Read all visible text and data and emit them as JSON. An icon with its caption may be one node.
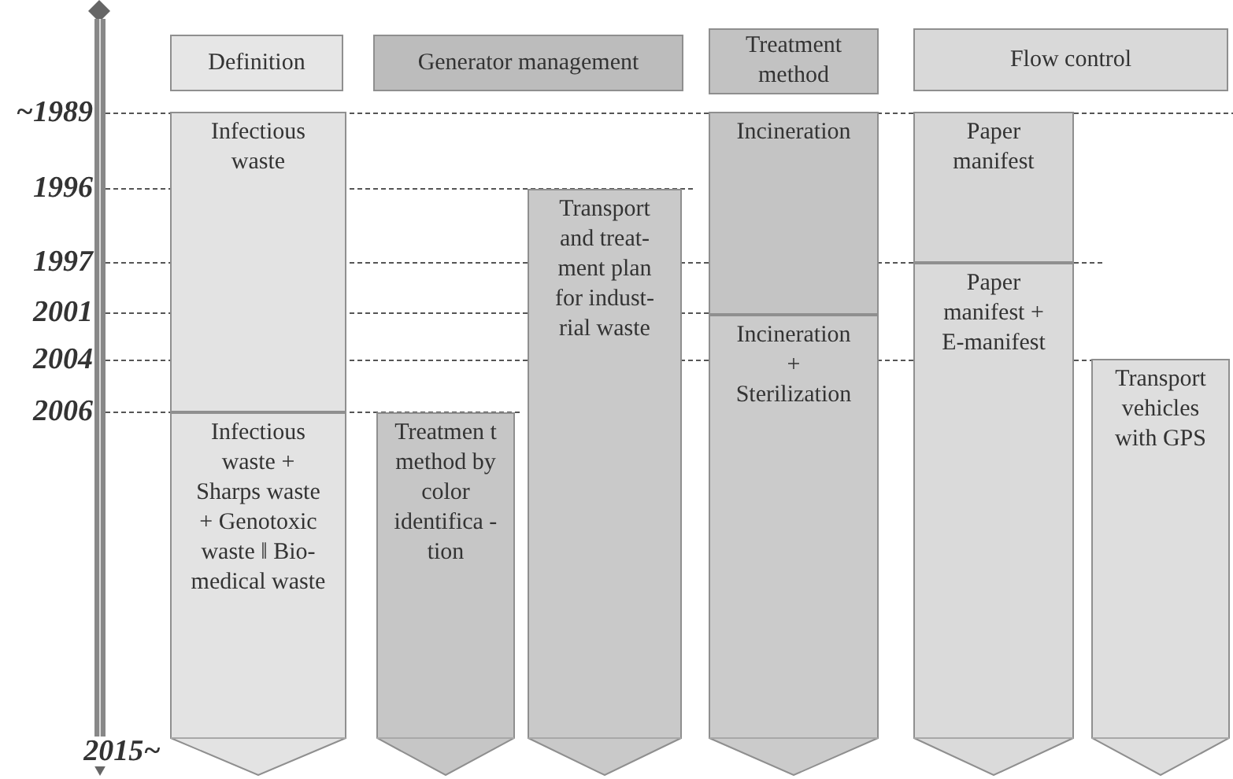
{
  "diagram": {
    "nodes": [
      {
        "text": [
          "Definition"
        ]
      },
      {
        "text": [
          "Generator management"
        ]
      },
      {
        "text": [
          "Treatment method"
        ]
      },
      {
        "text": [
          "Flow control"
        ]
      },
      {
        "text": [
          "Infectious waste"
        ]
      },
      {
        "text": [
          "Infectious waste + Sharps waste + Genotoxic waste ‖ Bio-medical waste"
        ]
      },
      {
        "text": [
          "Treatmen t method by color identifica -tion"
        ]
      },
      {
        "text": [
          "Transport and treat- ment plan for indust- rial waste"
        ]
      },
      {
        "text": [
          "Incineration"
        ]
      },
      {
        "text": [
          "Incineration + Sterilization"
        ]
      },
      {
        "text": [
          "Paper manifest"
        ]
      },
      {
        "text": [
          "Paper manifest + E-manifest"
        ]
      },
      {
        "text": [
          "Transport vehicles with GPS"
        ]
      }
    ],
    "edges": [],
    "labels": [
      "~1989",
      "1996",
      "1997",
      "2001",
      "2004",
      "2006",
      "2015~"
    ]
  }
}
